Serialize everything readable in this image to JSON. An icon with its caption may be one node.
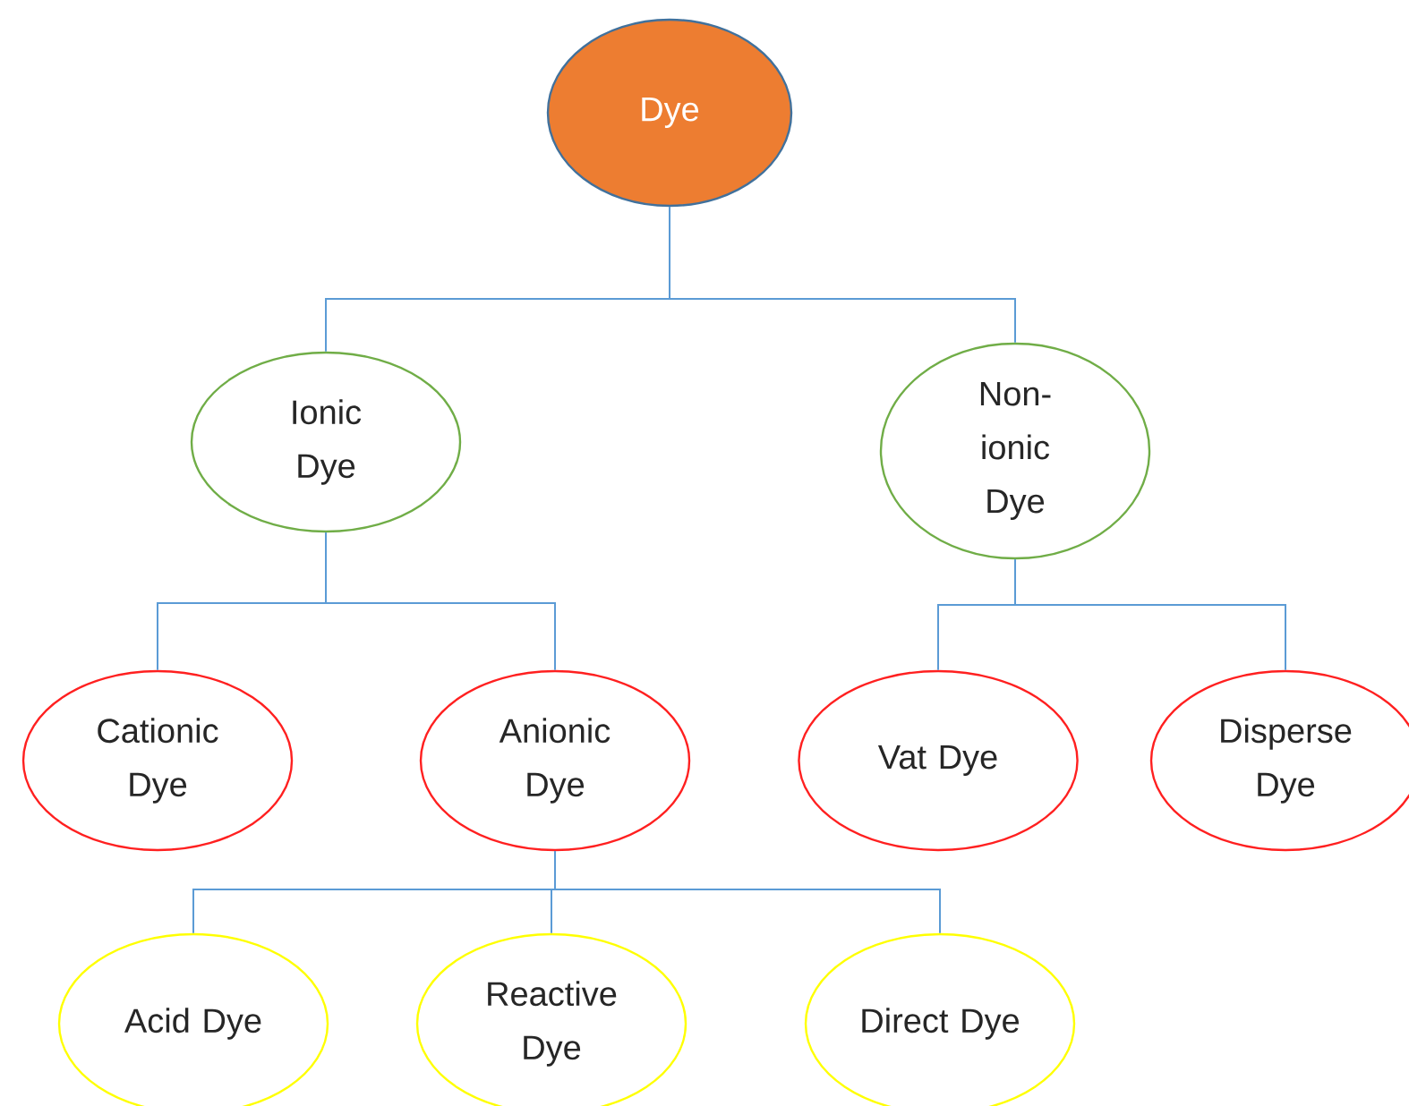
{
  "diagram": {
    "nodes": [
      {
        "text": [
          "Dye"
        ]
      },
      {
        "text": [
          "Ionic Dye"
        ]
      },
      {
        "text": [
          "Non-ionic Dye"
        ]
      },
      {
        "text": [
          "Cationic Dye"
        ]
      },
      {
        "text": [
          "Anionic Dye"
        ]
      },
      {
        "text": [
          "Vat Dye"
        ]
      },
      {
        "text": [
          "Disperse Dye"
        ]
      },
      {
        "text": [
          "Acid Dye"
        ]
      },
      {
        "text": [
          "Reactive Dye"
        ]
      },
      {
        "text": [
          "Direct Dye"
        ]
      }
    ],
    "edges": [
      {
        "from": 0,
        "to": 1,
        "arrow": "none"
      },
      {
        "from": 0,
        "to": 2,
        "arrow": "none"
      },
      {
        "from": 1,
        "to": 3,
        "arrow": "none"
      },
      {
        "from": 1,
        "to": 4,
        "arrow": "none"
      },
      {
        "from": 2,
        "to": 5,
        "arrow": "none"
      },
      {
        "from": 2,
        "to": 6,
        "arrow": "none"
      },
      {
        "from": 4,
        "to": 7,
        "arrow": "none"
      },
      {
        "from": 4,
        "to": 8,
        "arrow": "none"
      },
      {
        "from": 4,
        "to": 9,
        "arrow": "none"
      }
    ]
  }
}
